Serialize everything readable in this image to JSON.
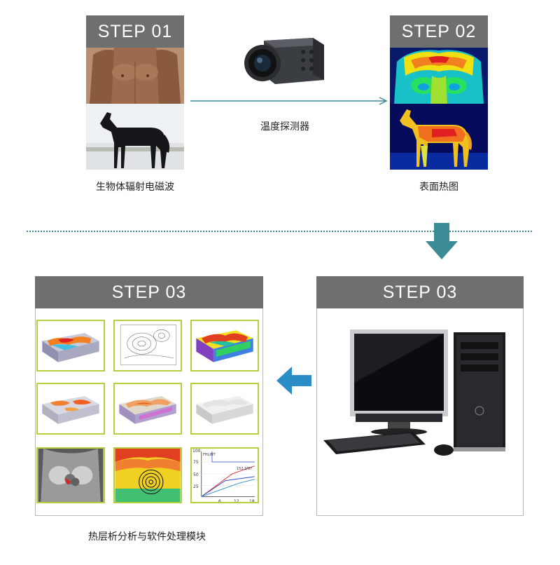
{
  "steps": {
    "step1": {
      "label": "STEP 01",
      "caption": "生物体辐射电磁波"
    },
    "step2": {
      "label": "STEP 02",
      "caption": "表面热图"
    },
    "step3a": {
      "label": "STEP 03"
    },
    "step3b": {
      "label": "STEP 03",
      "caption": "热层析分析与软件处理模块"
    }
  },
  "camera": {
    "caption": "温度探测器"
  },
  "chart": {
    "y_ticks": [
      "100",
      "75",
      "50",
      "25"
    ],
    "x_ticks": [
      "6",
      "12",
      "18"
    ],
    "annotations": [
      "FHLINT",
      "152.2/97"
    ]
  },
  "colors": {
    "header_gray": "#6d6f70",
    "accent_teal": "#3b8c96",
    "accent_blue": "#2a8dc6",
    "tile_border": "#b7cf3f"
  }
}
